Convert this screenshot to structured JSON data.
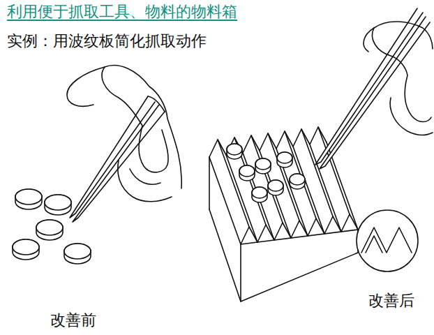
{
  "diagram": {
    "title": "利用便于抓取工具、物料的物料箱",
    "labels": [
      "实例：用波纹板简化抓取动作",
      "改善前",
      "改善后"
    ]
  }
}
